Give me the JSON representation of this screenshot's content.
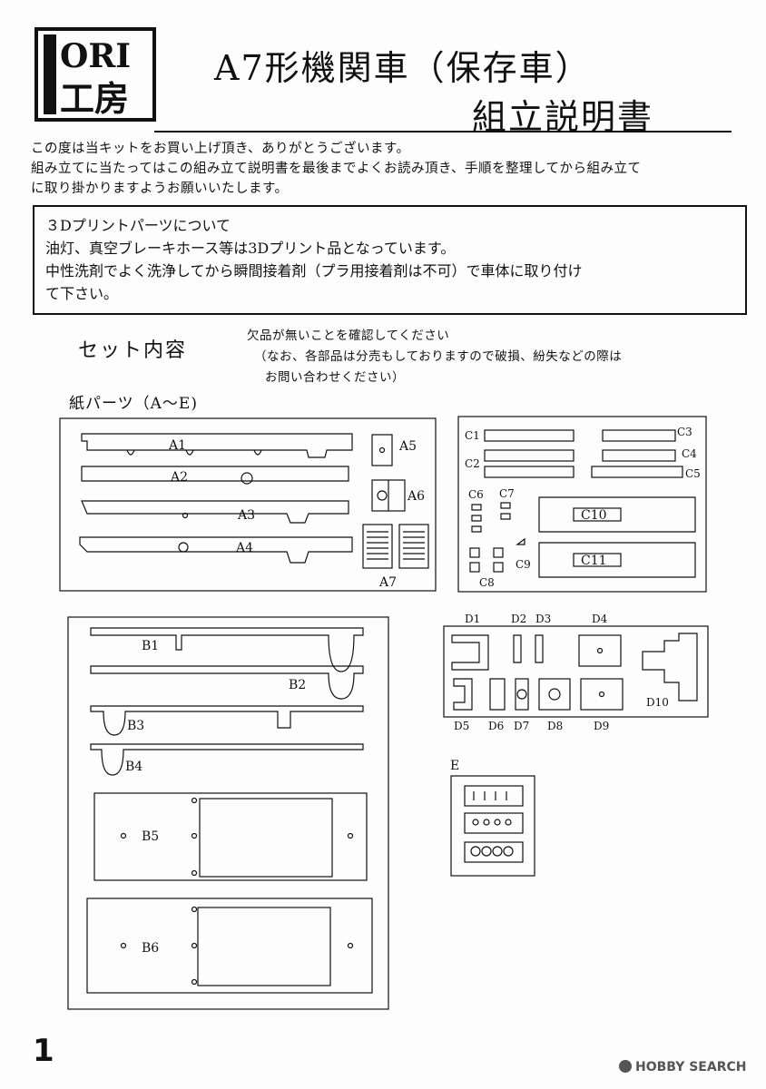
{
  "logo": {
    "top_text": "ORI",
    "bottom_text": "工房",
    "brand": "IORI工房"
  },
  "title": {
    "line1": "A7形機関車（保存車）",
    "line2": "組立説明書"
  },
  "intro": [
    "この度は当キットをお買い上げ頂き、ありがとうございます。",
    "組み立てに当たってはこの組み立て説明書を最後までよくお読み頂き、手順を整理してから組み立て",
    "に取り掛かりますようお願いいたします。"
  ],
  "notice": [
    "３Dプリントパーツについて",
    "油灯、真空ブレーキホース等は3Dプリント品となっています。",
    "中性洗剤でよく洗浄してから瞬間接着剤（プラ用接着剤は不可）で車体に取り付け",
    "て下さい。"
  ],
  "set_contents": {
    "heading": "セット内容",
    "check_lines": [
      "欠品が無いことを確認してください",
      "（なお、各部品は分売もしておりますので破損、紛失などの際は",
      "お問い合わせください）"
    ],
    "paper_parts_heading": "紙パーツ（A〜E)"
  },
  "parts": {
    "A": [
      "A1",
      "A2",
      "A3",
      "A4",
      "A5",
      "A6",
      "A7"
    ],
    "B": [
      "B1",
      "B2",
      "B3",
      "B4",
      "B5",
      "B6"
    ],
    "C": [
      "C1",
      "C2",
      "C3",
      "C4",
      "C5",
      "C6",
      "C7",
      "C8",
      "C9",
      "C10",
      "C11"
    ],
    "D": [
      "D1",
      "D2",
      "D3",
      "D4",
      "D5",
      "D6",
      "D7",
      "D8",
      "D9",
      "D10"
    ],
    "E": [
      "E"
    ]
  },
  "footer": {
    "page_number": "1",
    "watermark": "HOBBY SEARCH"
  }
}
